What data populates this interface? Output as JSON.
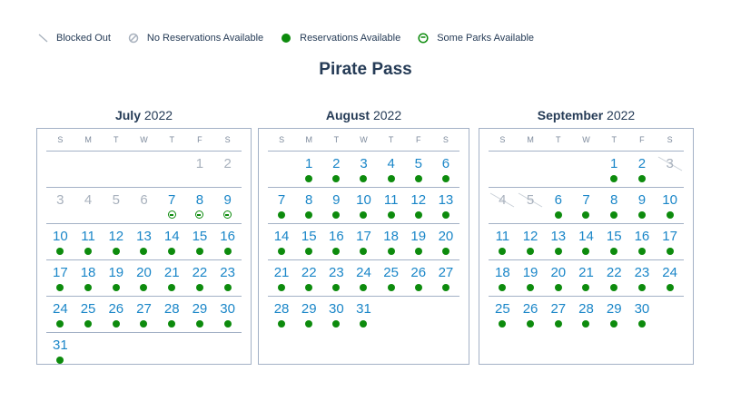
{
  "legend": [
    {
      "label": "Blocked Out",
      "icon": "blocked-slash-icon"
    },
    {
      "label": "No Reservations Available",
      "icon": "no-reservations-icon"
    },
    {
      "label": "Reservations Available",
      "icon": "available-dot-icon"
    },
    {
      "label": "Some Parks Available",
      "icon": "some-parks-icon"
    }
  ],
  "title": "Pirate Pass",
  "weekdays": [
    "S",
    "M",
    "T",
    "W",
    "T",
    "F",
    "S"
  ],
  "colors": {
    "available": "#0d8b0d",
    "date": "#1a86c8",
    "unavailable": "#a8b1bd"
  },
  "months": [
    {
      "name": "July",
      "year": "2022",
      "start": 5,
      "status": "nnnnnnsssaaaaaaaaaaaaaaaaaaaaaa"
    },
    {
      "name": "August",
      "year": "2022",
      "start": 1,
      "status": "aaaaaaaaaaaaaaaaaaaaaaaaaaaaaaa"
    },
    {
      "name": "September",
      "year": "2022",
      "start": 4,
      "status": "aabbbaaaaaaaaaaaaaaaaaaaaaaaaa"
    }
  ]
}
